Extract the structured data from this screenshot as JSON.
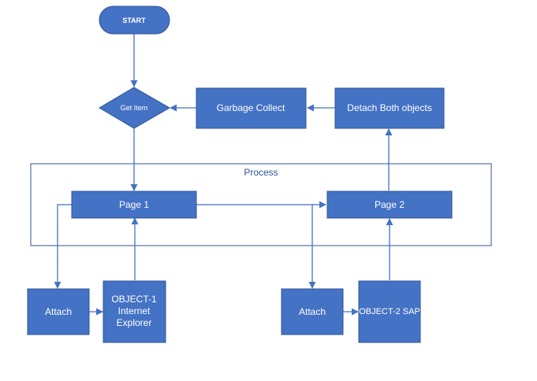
{
  "diagram": {
    "nodes": {
      "start": "START",
      "get_item": "Get Item",
      "garbage_collect": "Garbage Collect",
      "detach": "Detach Both objects",
      "page1": "Page 1",
      "page2": "Page 2",
      "attach1": "Attach",
      "object1": [
        "OBJECT-1",
        "Internet",
        "Explorer"
      ],
      "attach2": "Attach",
      "object2": "OBJECT-2 SAP"
    },
    "process_label": "Process",
    "colors": {
      "node_fill": "#4472c4",
      "node_stroke": "#2f5597",
      "connector": "#4472c4",
      "process_border": "#2f5597",
      "process_label": "#2f5496"
    }
  }
}
